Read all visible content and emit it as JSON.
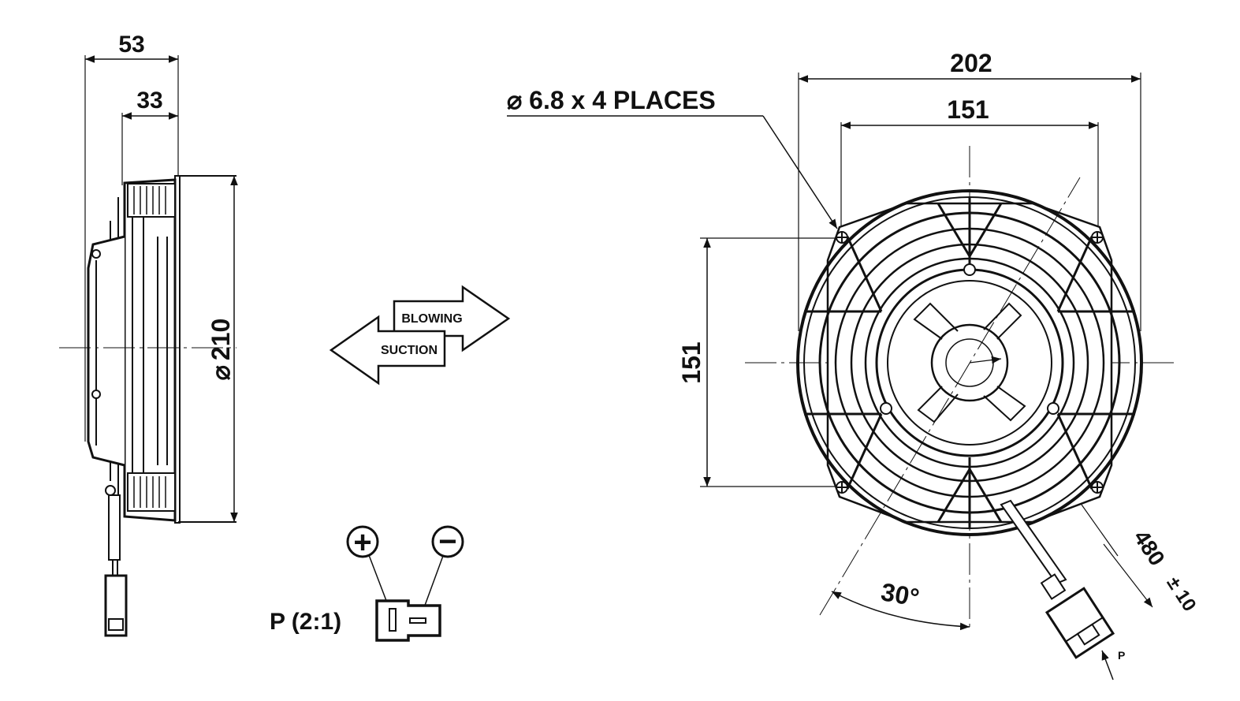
{
  "side_view": {
    "overall_depth": "53",
    "body_depth": "33",
    "diameter_symbol": "⌀",
    "diameter": "210"
  },
  "airflow": {
    "blowing_label": "BLOWING",
    "suction_label": "SUCTION"
  },
  "connector": {
    "positive_symbol": "+",
    "negative_symbol": "−",
    "label": "P (2:1)"
  },
  "front_view": {
    "mounting_holes_label": "⌀ 6.8 x 4 PLACES",
    "overall_width": "202",
    "hole_spacing_horizontal": "151",
    "hole_spacing_vertical": "151",
    "angle": "30°",
    "cable_length": "480",
    "cable_tolerance": "± 10",
    "connector_marker": "P"
  },
  "colors": {
    "line": "#111111",
    "background": "#ffffff"
  }
}
